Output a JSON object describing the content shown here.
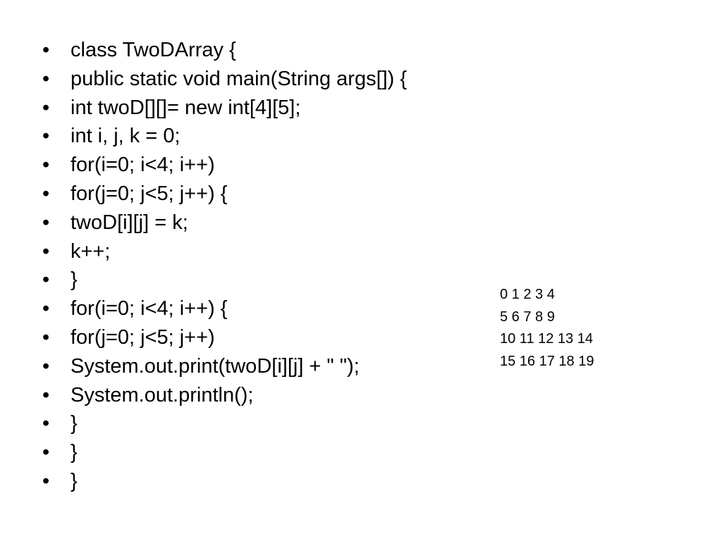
{
  "slide": {
    "bullet_glyph": "•",
    "code_lines": [
      "class TwoDArray {",
      "public static void main(String args[]) {",
      "int twoD[][]= new int[4][5];",
      "int i, j, k = 0;",
      "for(i=0; i<4; i++)",
      "for(j=0; j<5; j++) {",
      "twoD[i][j] = k;",
      "k++;",
      "}",
      "for(i=0; i<4; i++) {",
      "for(j=0; j<5; j++)",
      "System.out.print(twoD[i][j] + \" \");",
      "System.out.println();",
      "}",
      "}",
      "}"
    ],
    "output_lines": [
      "0 1 2 3 4",
      "5 6 7 8 9",
      "10 11 12 13 14",
      "15 16 17 18 19"
    ]
  }
}
